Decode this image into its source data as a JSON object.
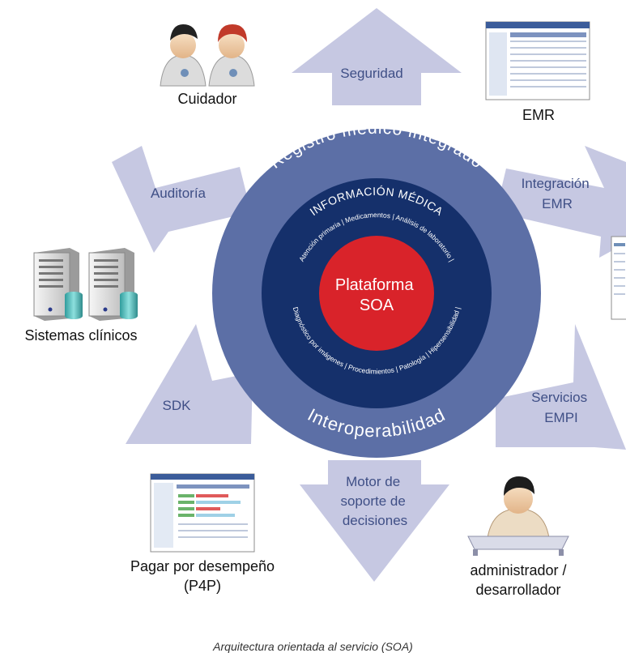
{
  "arrows": {
    "top": "Seguridad",
    "top_right": [
      "Integración",
      "EMR"
    ],
    "bottom_right": [
      "Servicios",
      "EMPI"
    ],
    "bottom": [
      "Motor de",
      "soporte de",
      "decisiones"
    ],
    "bottom_left": "SDK",
    "top_left": "Auditoría"
  },
  "rings": {
    "outer_top": "Registro médico integrado",
    "outer_bottom": "Interoperabilidad",
    "middle_title": "INFORMACIÓN MÉDICA",
    "middle_top": "Atención primaria | Medicamentos | Análisis de laboratorio |",
    "middle_bottom": "Diagnóstico por imágenes | Procedimientos | Patología | Hipersensibilidad |",
    "center_line1": "Plataforma",
    "center_line2": "SOA"
  },
  "externals": {
    "caregiver": "Cuidador",
    "emr": "EMR",
    "clinical_systems": "Sistemas clínicos",
    "p4p_line1": "Pagar por desempeño",
    "p4p_line2": "(P4P)",
    "admin_line1": "administrador /",
    "admin_line2": "desarrollador"
  },
  "caption": "Arquitectura orientada al servicio (SOA)",
  "colors": {
    "arrow": "#c6c8e2",
    "arrow_text": "#3f4f86",
    "outer_ring": "#5c6fa6",
    "middle_ring": "#15306b",
    "center": "#d9232a"
  }
}
